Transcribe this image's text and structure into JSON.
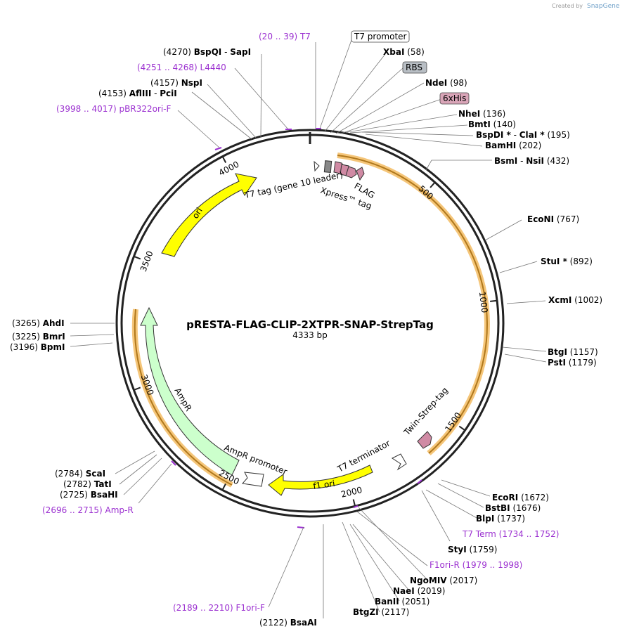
{
  "plasmid": {
    "name": "pRESTA-FLAG-CLIP-2XTPR-SNAP-StrepTag",
    "length_label": "4333 bp",
    "length": 4333
  },
  "credit": {
    "created_by": "Created by",
    "brand": "SnapGene"
  },
  "ticks": [
    "500",
    "1000",
    "1500",
    "2000",
    "2500",
    "3000",
    "3500",
    "4000"
  ],
  "sites": [
    {
      "pos": "(4270)",
      "name": "BspQI",
      "name2": "SapI",
      "bp": 4270
    },
    {
      "pos": "(4157)",
      "name": "NspI",
      "bp": 4157
    },
    {
      "pos": "(4153)",
      "name": "AflIII",
      "name2": "PciI",
      "bp": 4153
    },
    {
      "pos": "(58)",
      "name": "XbaI",
      "bp": 58
    },
    {
      "pos": "(98)",
      "name": "NdeI",
      "bp": 98
    },
    {
      "pos": "(136)",
      "name": "NheI",
      "bp": 136
    },
    {
      "pos": "(140)",
      "name": "BmtI",
      "bp": 140
    },
    {
      "pos": "(195)",
      "name": "BspDI *",
      "name2": "ClaI *",
      "bp": 195
    },
    {
      "pos": "(202)",
      "name": "BamHI",
      "bp": 202
    },
    {
      "pos": "(432)",
      "name": "BsmI",
      "name2": "NsiI",
      "bp": 432
    },
    {
      "pos": "(767)",
      "name": "EcoNI",
      "bp": 767
    },
    {
      "pos": "(892)",
      "name": "StuI *",
      "bp": 892
    },
    {
      "pos": "(1002)",
      "name": "XcmI",
      "bp": 1002
    },
    {
      "pos": "(1157)",
      "name": "BtgI",
      "bp": 1157
    },
    {
      "pos": "(1179)",
      "name": "PstI",
      "bp": 1179
    },
    {
      "pos": "(1672)",
      "name": "EcoRI",
      "bp": 1672
    },
    {
      "pos": "(1676)",
      "name": "BstBI",
      "bp": 1676
    },
    {
      "pos": "(1737)",
      "name": "BlpI",
      "bp": 1737
    },
    {
      "pos": "(1759)",
      "name": "StyI",
      "bp": 1759
    },
    {
      "pos": "(2017)",
      "name": "NgoMIV",
      "bp": 2017
    },
    {
      "pos": "(2019)",
      "name": "NaeI",
      "bp": 2019
    },
    {
      "pos": "(2051)",
      "name": "BanII",
      "bp": 2051
    },
    {
      "pos": "(2117)",
      "name": "BtgZI",
      "bp": 2117
    },
    {
      "pos": "(2122)",
      "name": "BsaAI",
      "bp": 2122
    },
    {
      "pos": "(2784)",
      "name": "ScaI",
      "bp": 2784
    },
    {
      "pos": "(2782)",
      "name": "TatI",
      "bp": 2782
    },
    {
      "pos": "(2725)",
      "name": "BsaHI",
      "bp": 2725
    },
    {
      "pos": "(3265)",
      "name": "AhdI",
      "bp": 3265
    },
    {
      "pos": "(3225)",
      "name": "BmrI",
      "bp": 3225
    },
    {
      "pos": "(3196)",
      "name": "BpmI",
      "bp": 3196
    }
  ],
  "primers": [
    {
      "range": "(20 .. 39)",
      "name": "T7"
    },
    {
      "range": "(4251 .. 4268)",
      "name": "L4440"
    },
    {
      "range": "(3998 .. 4017)",
      "name": "pBR322ori-F"
    },
    {
      "range": "(1734 .. 1752)",
      "name": "T7 Term"
    },
    {
      "range": "(1979 .. 1998)",
      "name": "F1ori-R"
    },
    {
      "range": "(2189 .. 2210)",
      "name": "F1ori-F"
    },
    {
      "range": "(2696 .. 2715)",
      "name": "Amp-R"
    }
  ],
  "boxed_labels": [
    {
      "name": "T7 promoter",
      "color": "#ffffff"
    },
    {
      "name": "RBS",
      "color": "#b8bec4"
    },
    {
      "name": "6xHis",
      "color": "#d9a5b8"
    }
  ],
  "features": {
    "ori": "ori",
    "t7tag": "T7 tag (gene 10 leader)",
    "xpress": "Xpress™ tag",
    "flag": "FLAG",
    "ampr": "AmpR",
    "ampr_promoter": "AmpR promoter",
    "f1ori": "f1 ori",
    "t7_terminator": "T7 terminator",
    "twin_strep": "Twin-Strep-tag"
  },
  "colors": {
    "ori": "#ffff00",
    "ampr": "#ccffcc",
    "orf": "#f5a623",
    "primer": "#9b30d0",
    "tag": "#d08aa4"
  }
}
